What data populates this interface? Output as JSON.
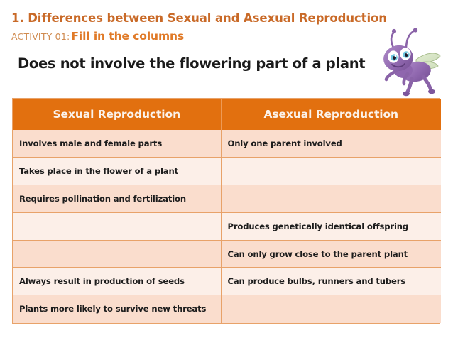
{
  "header": {
    "title": "1. Differences between Sexual and Asexual Reproduction",
    "activity_label": "ACTIVITY 01:",
    "activity_value": "Fill in the columns",
    "question": "Does not involve the flowering part of a plant"
  },
  "mascot": {
    "name": "purple-bug-mascot",
    "body_color": "#9B74B8",
    "body_shade": "#7D569C",
    "wing_color": "#D6E3C0",
    "eye_color": "#6FC5DE"
  },
  "colors": {
    "title_orange": "#C96A28",
    "activity_label_orange": "#D08B50",
    "activity_value_orange": "#E07A28",
    "header_band": "#E2700F",
    "header_text": "#FBF2EA",
    "row_dark": "#FADDCD",
    "row_light": "#FCEFE8",
    "border": "#E8A269"
  },
  "table": {
    "name": "sexual-vs-asexual-reproduction-table",
    "columns": [
      "Sexual Reproduction",
      "Asexual Reproduction"
    ],
    "rows": [
      {
        "shade": "dark",
        "left": "Involves male and female parts",
        "right": "Only one parent involved"
      },
      {
        "shade": "light",
        "left": "Takes place in the flower of a plant",
        "right": ""
      },
      {
        "shade": "dark",
        "left": "Requires pollination and fertilization",
        "right": ""
      },
      {
        "shade": "light",
        "left": "",
        "right": "Produces genetically identical offspring"
      },
      {
        "shade": "dark",
        "left": "",
        "right": "Can only grow close to the parent plant"
      },
      {
        "shade": "light",
        "left": "Always result in production of seeds",
        "right": "Can produce bulbs, runners and tubers"
      },
      {
        "shade": "dark",
        "left": "Plants more likely to survive new threats",
        "right": ""
      }
    ]
  }
}
